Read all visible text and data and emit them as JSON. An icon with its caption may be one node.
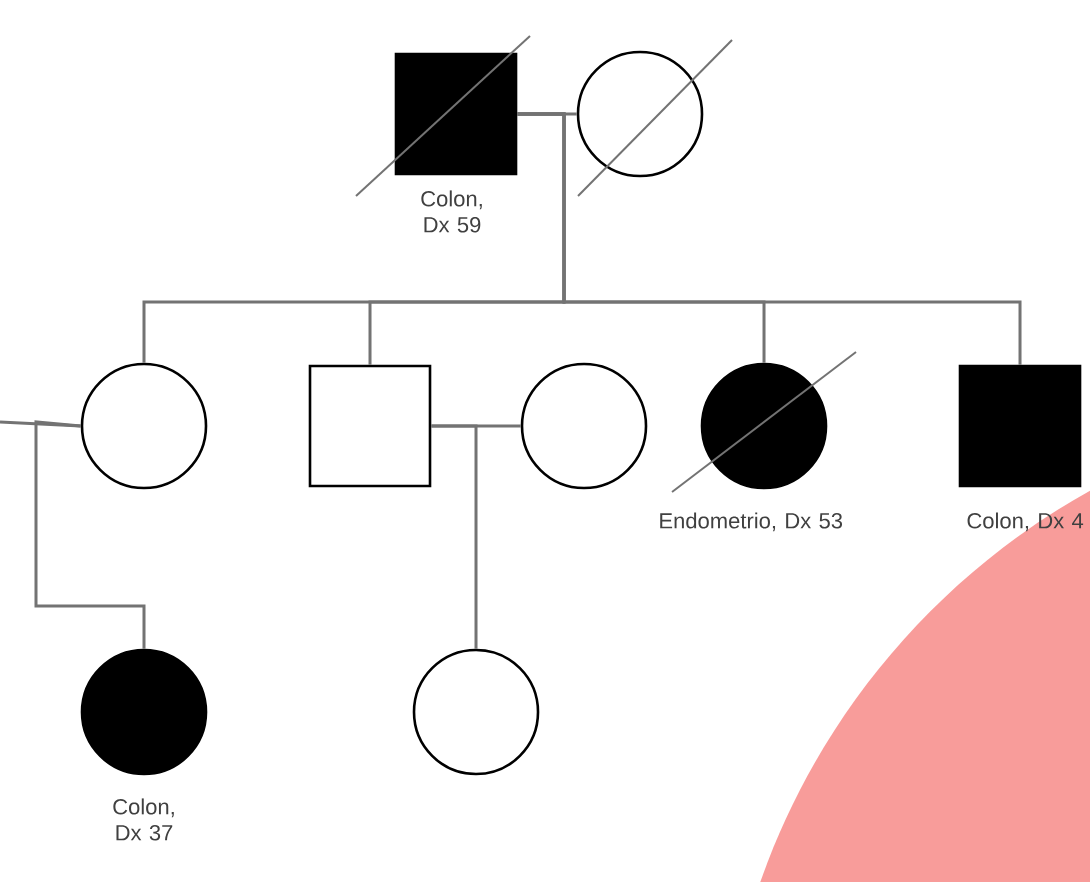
{
  "diagram": {
    "nodes": [
      {
        "text": [],
        "shape": "box",
        "beside": [
          "Colon, Dx 59"
        ]
      },
      {
        "text": [],
        "shape": "circle"
      },
      {
        "text": [],
        "shape": "circle"
      },
      {
        "text": [],
        "shape": "box"
      },
      {
        "text": [],
        "shape": "circle"
      },
      {
        "text": [],
        "shape": "circle",
        "beside": [
          "Endometrio, Dx 53"
        ]
      },
      {
        "text": [],
        "shape": "box",
        "beside": [
          "Colon, Dx 4"
        ]
      },
      {
        "text": [],
        "shape": "circle",
        "beside": [
          "Colon, Dx 37"
        ]
      },
      {
        "text": [],
        "shape": "circle"
      }
    ],
    "edges": [
      {
        "from": 0,
        "to": 1,
        "arrow": "none"
      },
      {
        "from": 0,
        "to": 2,
        "arrow": "none"
      },
      {
        "from": 0,
        "to": 3,
        "arrow": "none"
      },
      {
        "from": 0,
        "to": 5,
        "arrow": "none"
      },
      {
        "from": 0,
        "to": 6,
        "arrow": "none"
      },
      {
        "from": 3,
        "to": 4,
        "arrow": "none"
      },
      {
        "from": 3,
        "to": 8,
        "arrow": "none"
      },
      {
        "from": null,
        "to": 2,
        "arrow": "none"
      },
      {
        "from": 2,
        "to": 7,
        "arrow": "none"
      }
    ]
  }
}
